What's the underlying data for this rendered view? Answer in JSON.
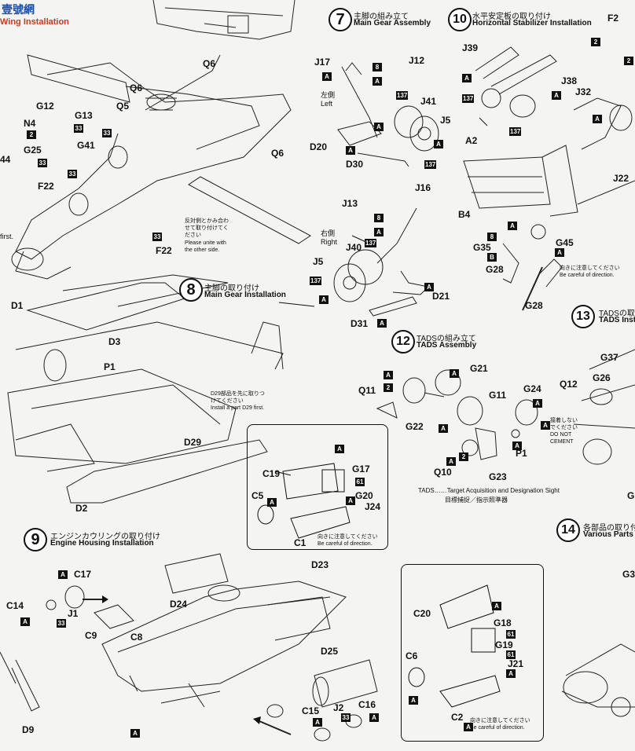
{
  "watermark": {
    "line1": "壹號網",
    "line2": "Wing Installation"
  },
  "steps": [
    {
      "num": "7",
      "jp": "主脚の組み立て",
      "en": "Main Gear Assembly"
    },
    {
      "num": "10",
      "jp": "水平安定板の取り付け",
      "en": "Horizontal Stabilizer Installation"
    },
    {
      "num": "8",
      "jp": "主脚の取り付け",
      "en": "Main Gear Installation"
    },
    {
      "num": "12",
      "jp": "TADSの組み立て",
      "en": "TADS Assembly"
    },
    {
      "num": "13",
      "jp": "TADSの取",
      "en": "TADS Inst"
    },
    {
      "num": "9",
      "jp": "エンジンカウリングの取り付け",
      "en": "Engine Housing Installation"
    },
    {
      "num": "14",
      "jp": "各部品の取り付",
      "en": "Various Parts"
    }
  ],
  "parts": [
    "Q6",
    "Q6",
    "Q5",
    "Q6",
    "G12",
    "G13",
    "N4",
    "G41",
    "G25",
    "44",
    "F22",
    "F22",
    "J17",
    "J12",
    "J41",
    "J5",
    "D20",
    "D30",
    "J13",
    "J16",
    "J40",
    "J5",
    "D21",
    "D31",
    "J39",
    "J38",
    "J32",
    "F2",
    "A2",
    "B4",
    "G45",
    "G35",
    "G28",
    "G28",
    "J22",
    "D1",
    "D3",
    "P1",
    "D29",
    "D2",
    "G21",
    "Q11",
    "G22",
    "G11",
    "G24",
    "Q12",
    "G26",
    "G37",
    "P1",
    "Q10",
    "G23",
    "C19",
    "G17",
    "G20",
    "J24",
    "C5",
    "C1",
    "C17",
    "C14",
    "J1",
    "C9",
    "C8",
    "D24",
    "D23",
    "D25",
    "D9",
    "C20",
    "G18",
    "G19",
    "J21",
    "C6",
    "C2",
    "C15",
    "J2",
    "C16",
    "G3",
    "G"
  ],
  "badges": {
    "A": "A",
    "B": "B",
    "n33": "33",
    "n137": "137",
    "n61": "61",
    "n8": "8",
    "n2": "2"
  },
  "sides": {
    "left_jp": "左側",
    "left_en": "Left",
    "right_jp": "右側",
    "right_en": "Right"
  },
  "notes": {
    "unite_jp1": "反対側とかみ合わ",
    "unite_jp2": "せて取り付けてく",
    "unite_jp3": "ださい",
    "unite_en1": "Please unite with",
    "unite_en2": "the other side.",
    "d29_jp": "D29部品を先に取りつ",
    "d29_jp2": "けてください",
    "d29_en": "Install a part D29 first.",
    "dir_jp": "向きに注意してください",
    "dir_en": "Be careful of direction.",
    "nocement_jp": "接着しない",
    "nocement_jp2": "でください",
    "nocement_en1": "DO NOT",
    "nocement_en2": "CEMENT",
    "first": "first.",
    "tads_def": "TADS……Target Acquisition and Designation Sight",
    "tads_jp": "目標捕捉／指示照準器"
  }
}
